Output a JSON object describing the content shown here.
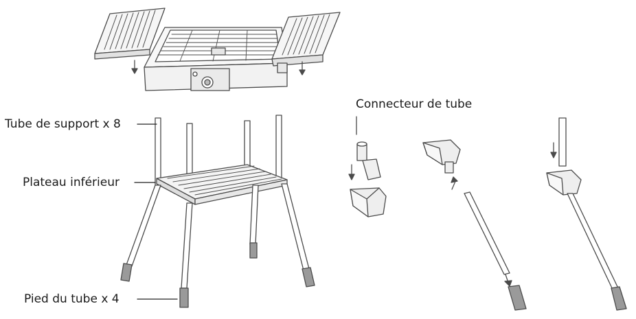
{
  "labels": {
    "connector": "Connecteur de tube",
    "support_tube": "Tube de support x 8",
    "lower_tray": "Plateau inférieur",
    "foot": "Pied du tube x 4"
  },
  "colors": {
    "line": "#4a4a4a",
    "fill_light": "#f4f4f4",
    "fill_mid": "#dcdcdc",
    "foot": "#9a9a9a"
  }
}
